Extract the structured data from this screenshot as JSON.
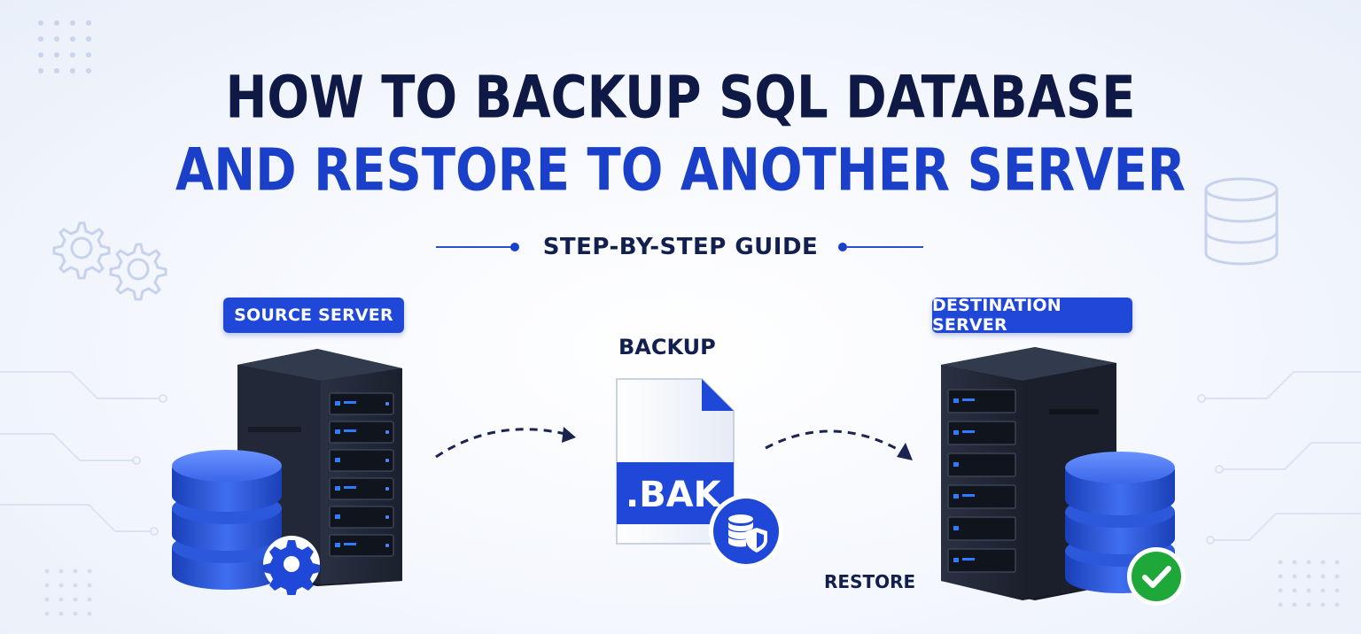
{
  "header": {
    "title_line1": "HOW TO BACKUP SQL DATABASE",
    "title_line2": "AND RESTORE TO ANOTHER SERVER",
    "subtitle": "STEP-BY-STEP GUIDE"
  },
  "diagram": {
    "source_label": "SOURCE SERVER",
    "destination_label": "DESTINATION SERVER",
    "backup_label": "BACKUP",
    "restore_label": "RESTORE",
    "file_extension": ".BAK"
  },
  "colors": {
    "title_dark": "#0e1a45",
    "title_blue": "#1a3fc9",
    "accent_blue": "#1f48d8",
    "server_body": "#1c2230",
    "success_green": "#1fa83a"
  },
  "icons": {
    "gear_left": "gear-icon",
    "database_right": "database-icon",
    "source_badge": "gear-icon",
    "file_badge": "database-shield-icon",
    "destination_badge": "checkmark-icon"
  }
}
